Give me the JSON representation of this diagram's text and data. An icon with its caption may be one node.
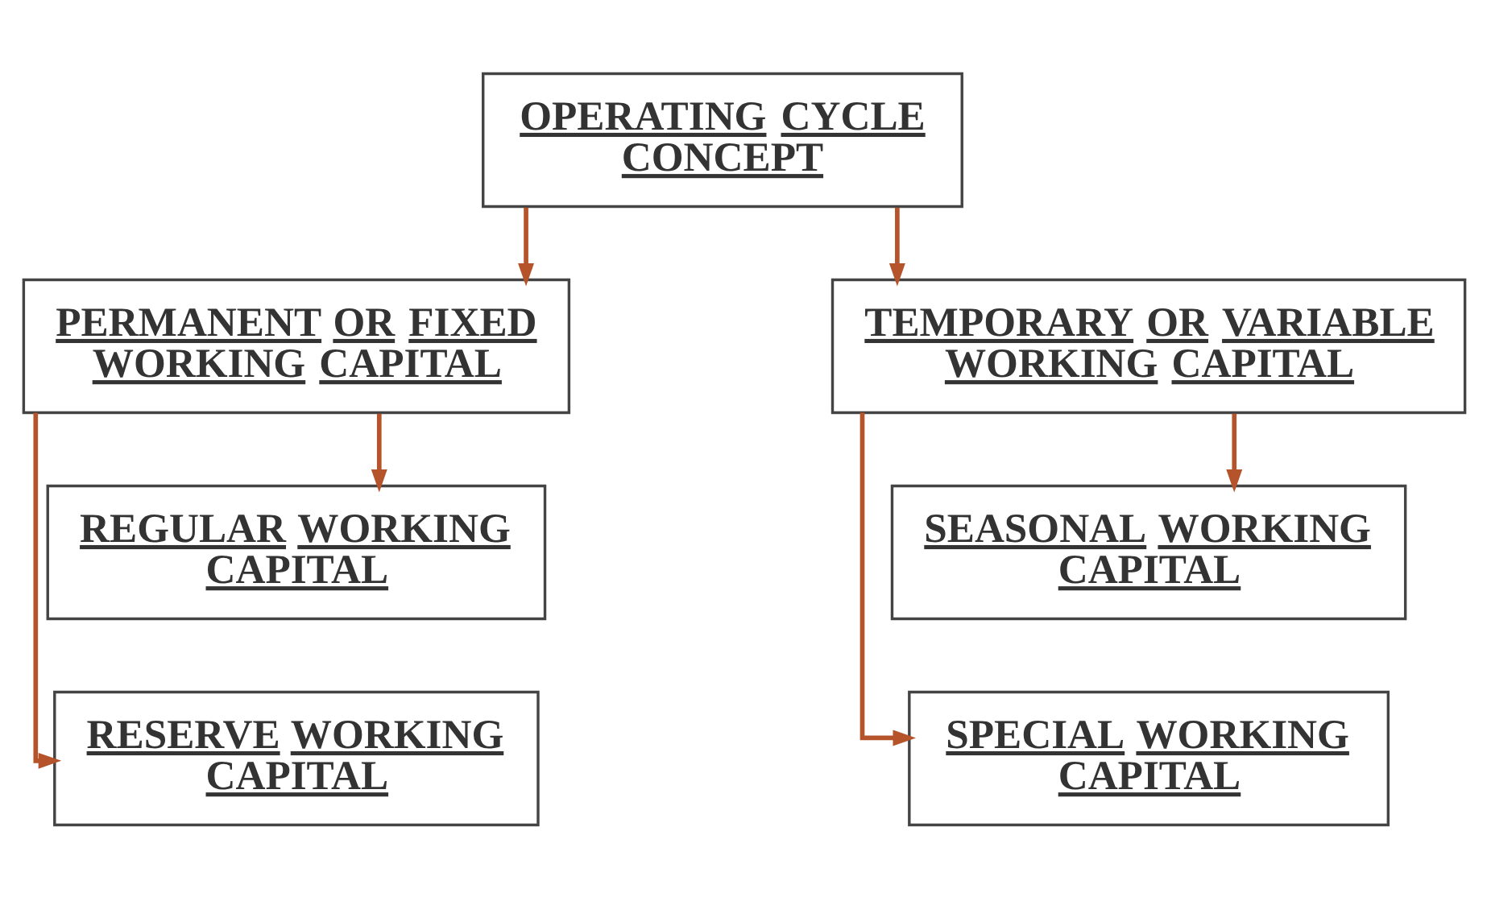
{
  "diagram": {
    "nodes": [
      {
        "text": [
          "OPERATING CYCLE CONCEPT"
        ]
      },
      {
        "text": [
          "PERMANENT OR FIXED WORKING CAPITAL"
        ]
      },
      {
        "text": [
          "TEMPORARY OR VARIABLE WORKING CAPITAL"
        ]
      },
      {
        "text": [
          "REGULAR WORKING CAPITAL"
        ]
      },
      {
        "text": [
          "SEASONAL WORKING CAPITAL"
        ]
      },
      {
        "text": [
          "RESERVE WORKING CAPITAL"
        ]
      },
      {
        "text": [
          "SPECIAL WORKING CAPITAL"
        ]
      }
    ],
    "edges": [
      {
        "from": 0,
        "to": 1,
        "arrow": "to"
      },
      {
        "from": 0,
        "to": 2,
        "arrow": "to"
      },
      {
        "from": 1,
        "to": 3,
        "arrow": "to"
      },
      {
        "from": 1,
        "to": 5,
        "arrow": "to"
      },
      {
        "from": 2,
        "to": 4,
        "arrow": "to"
      },
      {
        "from": 2,
        "to": 6,
        "arrow": "to"
      }
    ]
  }
}
